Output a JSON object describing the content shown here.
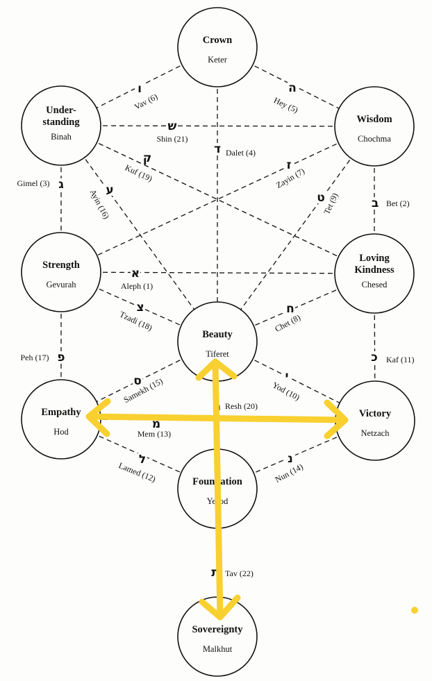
{
  "nodes": [
    {
      "id": "crown",
      "name_lines": [
        "Crown"
      ],
      "subtitle": "Keter"
    },
    {
      "id": "understanding",
      "name_lines": [
        "Under-",
        "standing"
      ],
      "subtitle": "Binah"
    },
    {
      "id": "wisdom",
      "name_lines": [
        "Wisdom"
      ],
      "subtitle": "Chochma"
    },
    {
      "id": "strength",
      "name_lines": [
        "Strength"
      ],
      "subtitle": "Gevurah"
    },
    {
      "id": "loving-kindness",
      "name_lines": [
        "Loving",
        "Kindness"
      ],
      "subtitle": "Chesed"
    },
    {
      "id": "beauty",
      "name_lines": [
        "Beauty"
      ],
      "subtitle": "Tiferet"
    },
    {
      "id": "empathy",
      "name_lines": [
        "Empathy"
      ],
      "subtitle": "Hod"
    },
    {
      "id": "victory",
      "name_lines": [
        "Victory"
      ],
      "subtitle": "Netzach"
    },
    {
      "id": "foundation",
      "name_lines": [
        "Foundation"
      ],
      "subtitle": "Yesod"
    },
    {
      "id": "sovereignty",
      "name_lines": [
        "Sovereignty"
      ],
      "subtitle": "Malkhut"
    }
  ],
  "paths": [
    {
      "from": "crown",
      "to": "understanding",
      "letter": "ו",
      "label": "Vav (6)"
    },
    {
      "from": "crown",
      "to": "wisdom",
      "letter": "ה",
      "label": "Hey (5)"
    },
    {
      "from": "crown",
      "to": "beauty",
      "letter": "ד",
      "label": "Dalet (4)"
    },
    {
      "from": "understanding",
      "to": "wisdom",
      "letter": "ש",
      "label": "Shin (21)"
    },
    {
      "from": "understanding",
      "to": "loving-kindness",
      "letter": "ק",
      "label": "Kuf (19)"
    },
    {
      "from": "wisdom",
      "to": "strength",
      "letter": "ז",
      "label": "Zayin (7)"
    },
    {
      "from": "understanding",
      "to": "strength",
      "letter": "ג",
      "label": "Gimel (3)"
    },
    {
      "from": "understanding",
      "to": "beauty",
      "letter": "ע",
      "label": "Ayin (16)"
    },
    {
      "from": "wisdom",
      "to": "beauty",
      "letter": "ט",
      "label": "Tet (9)"
    },
    {
      "from": "wisdom",
      "to": "loving-kindness",
      "letter": "ב",
      "label": "Bet (2)"
    },
    {
      "from": "strength",
      "to": "loving-kindness",
      "letter": "א",
      "label": "Aleph (1)"
    },
    {
      "from": "strength",
      "to": "beauty",
      "letter": "צ",
      "label": "Tzadi (18)"
    },
    {
      "from": "loving-kindness",
      "to": "beauty",
      "letter": "ח",
      "label": "Chet (8)"
    },
    {
      "from": "strength",
      "to": "empathy",
      "letter": "פ",
      "label": "Peh (17)"
    },
    {
      "from": "loving-kindness",
      "to": "victory",
      "letter": "כ",
      "label": "Kaf (11)"
    },
    {
      "from": "beauty",
      "to": "empathy",
      "letter": "ס",
      "label": "Samekh (15)"
    },
    {
      "from": "beauty",
      "to": "victory",
      "letter": "י",
      "label": "Yod (10)"
    },
    {
      "from": "beauty",
      "to": "foundation",
      "letter": "ר",
      "label": "Resh (20)"
    },
    {
      "from": "empathy",
      "to": "victory",
      "letter": "מ",
      "label": "Mem (13)"
    },
    {
      "from": "empathy",
      "to": "foundation",
      "letter": "ל",
      "label": "Lamed (12)"
    },
    {
      "from": "victory",
      "to": "foundation",
      "letter": "נ",
      "label": "Nun (14)"
    },
    {
      "from": "foundation",
      "to": "sovereignty",
      "letter": "ת",
      "label": "Tav (22)"
    }
  ],
  "annotations": {
    "color": "#f8d030",
    "arrows": [
      {
        "from": "sovereignty",
        "to": "beauty",
        "style": "double-headed"
      },
      {
        "from": "empathy",
        "to": "victory",
        "style": "double-headed"
      }
    ]
  }
}
